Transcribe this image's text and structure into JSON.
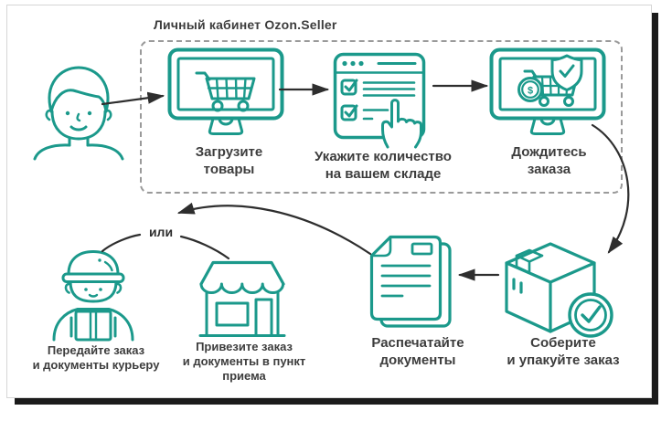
{
  "title": "Личный кабинет Ozon.Seller",
  "or_label": "или",
  "steps": {
    "upload": {
      "lines": [
        "Загрузите",
        "товары"
      ]
    },
    "quantity": {
      "lines": [
        "Укажите количество",
        "на вашем складе"
      ]
    },
    "wait": {
      "lines": [
        "Дождитесь",
        "заказа"
      ]
    },
    "pack": {
      "lines": [
        "Соберите",
        "и упакуйте заказ"
      ]
    },
    "print": {
      "lines": [
        "Распечатайте",
        "документы"
      ]
    },
    "courier": {
      "lines": [
        "Передайте заказ",
        "и документы курьеру"
      ]
    },
    "pickup": {
      "lines": [
        "Привезите заказ",
        "и документы в пункт",
        "приема"
      ]
    }
  },
  "icons": {
    "seller": "seller-person-icon",
    "upload": "monitor-cart-icon",
    "quantity": "browser-checklist-hand-icon",
    "wait": "monitor-paid-order-icon",
    "pack": "package-check-icon",
    "print": "documents-icon",
    "courier": "courier-icon",
    "pickup": "storefront-icon"
  },
  "colors": {
    "accent": "#1b998b",
    "text": "#3d3d3d",
    "arrow": "#2e2e2e",
    "dashed_border": "#9a9a9a",
    "frame_shadow": "#1b1b1b"
  }
}
